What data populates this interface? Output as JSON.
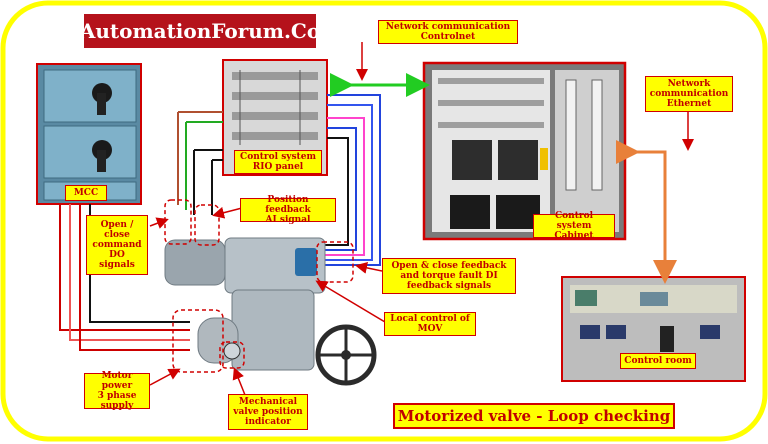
{
  "brand": {
    "name": "AutomationForum.Co"
  },
  "title": "Motorized valve - Loop checking",
  "labels": {
    "network_controlnet": "Network communication\nControlnet",
    "network_ethernet": "Network\ncommunication\nEthernet",
    "rio_panel": "Control system\nRIO panel",
    "mcc": "MCC",
    "position_feedback": "Position feedback\nAI signal",
    "open_close_command": "Open /\nclose\ncommand\nDO\nsignals",
    "control_cabinet": "Control system\nCabinet",
    "di_feedback": "Open & close feedback\nand torque fault DI\nfeedback signals",
    "local_control": "Local control of\nMOV",
    "control_room": "Control room",
    "motor_power": "Motor power\n3 phase\nsupply",
    "mechanical_indicator": "Mechanical\nvalve position\nindicator"
  },
  "colors": {
    "frame": "#ffff00",
    "label_fill": "#ffff00",
    "label_text": "#c00000",
    "brand_fill": "#b5121b",
    "controlnet_link": "#22cc22",
    "ethernet_link": "#e8803a"
  }
}
